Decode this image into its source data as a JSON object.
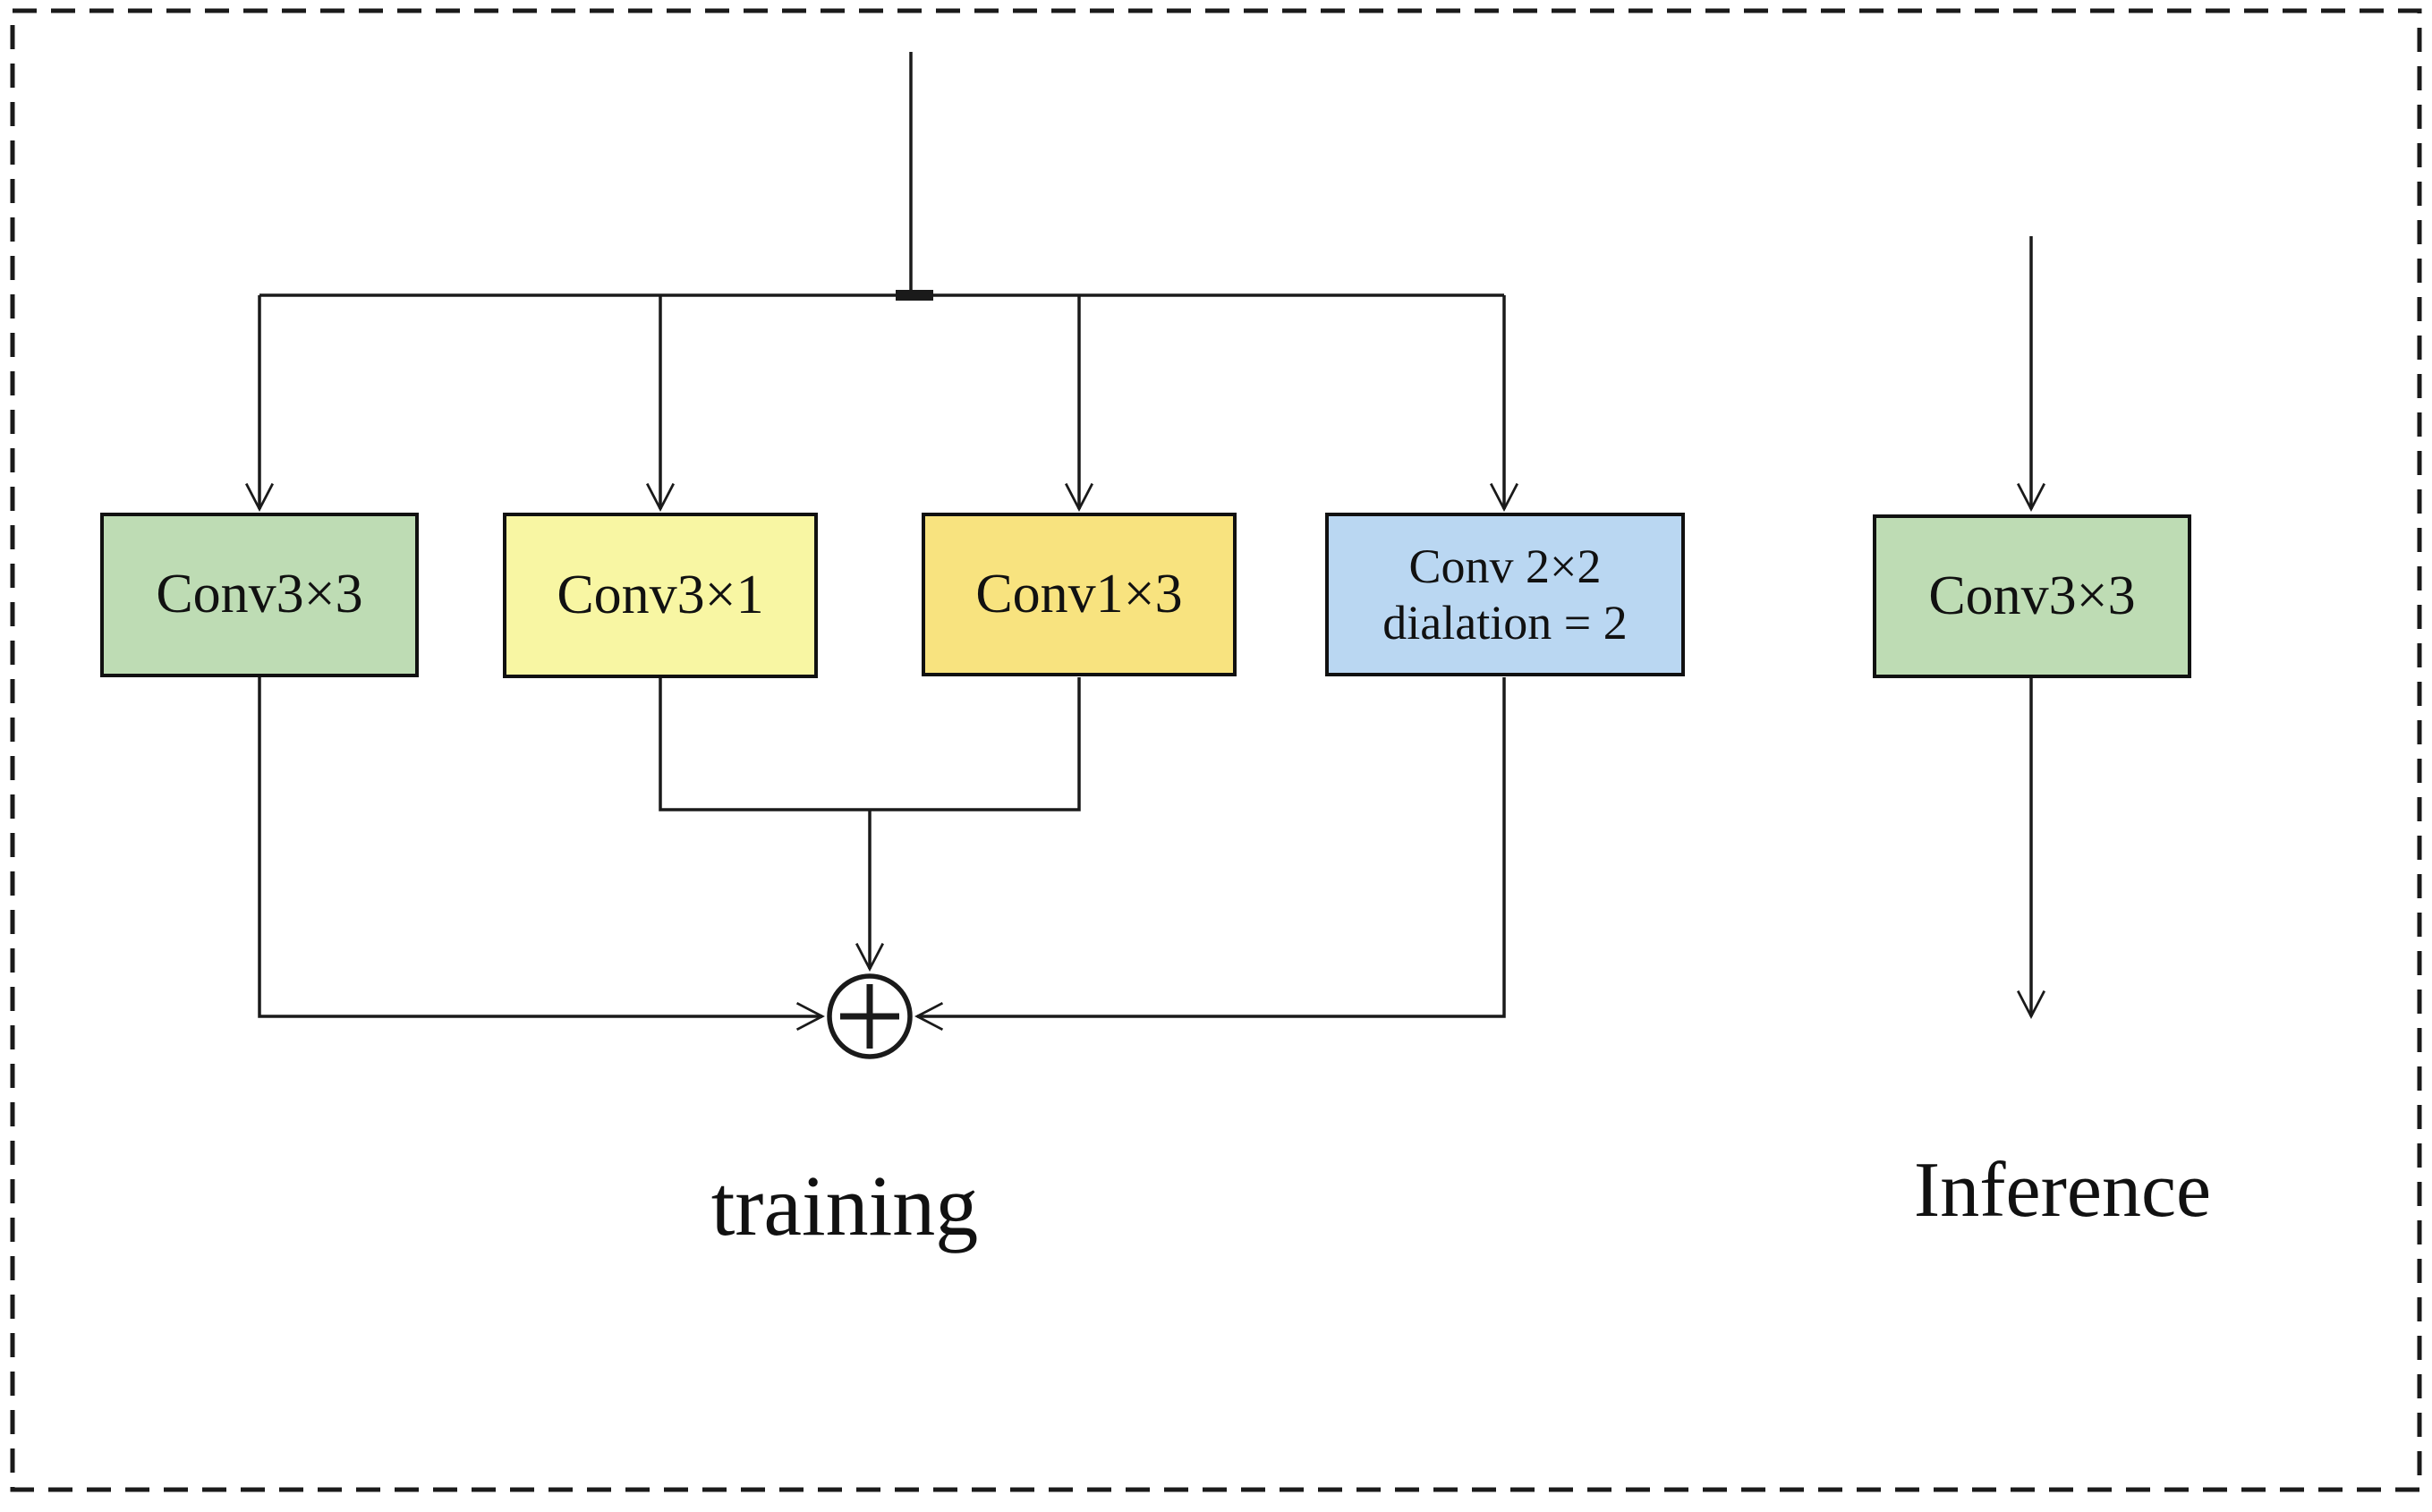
{
  "colors": {
    "background": "#ffffff",
    "line": "#1a1a1a",
    "green": "#bedcb4",
    "pale_yellow": "#f8f6a3",
    "gold": "#f8e37f",
    "blue": "#bad7f2"
  },
  "boxes": {
    "conv3x3_training": {
      "label": "Conv3×3"
    },
    "conv3x1": {
      "label": "Conv3×1"
    },
    "conv1x3": {
      "label": "Conv1×3"
    },
    "conv2x2_dilation": {
      "line1": "Conv 2×2",
      "line2": "dialation = 2"
    },
    "conv3x3_inference": {
      "label": "Conv3×3"
    }
  },
  "labels": {
    "training": "training",
    "inference": "Inference"
  }
}
